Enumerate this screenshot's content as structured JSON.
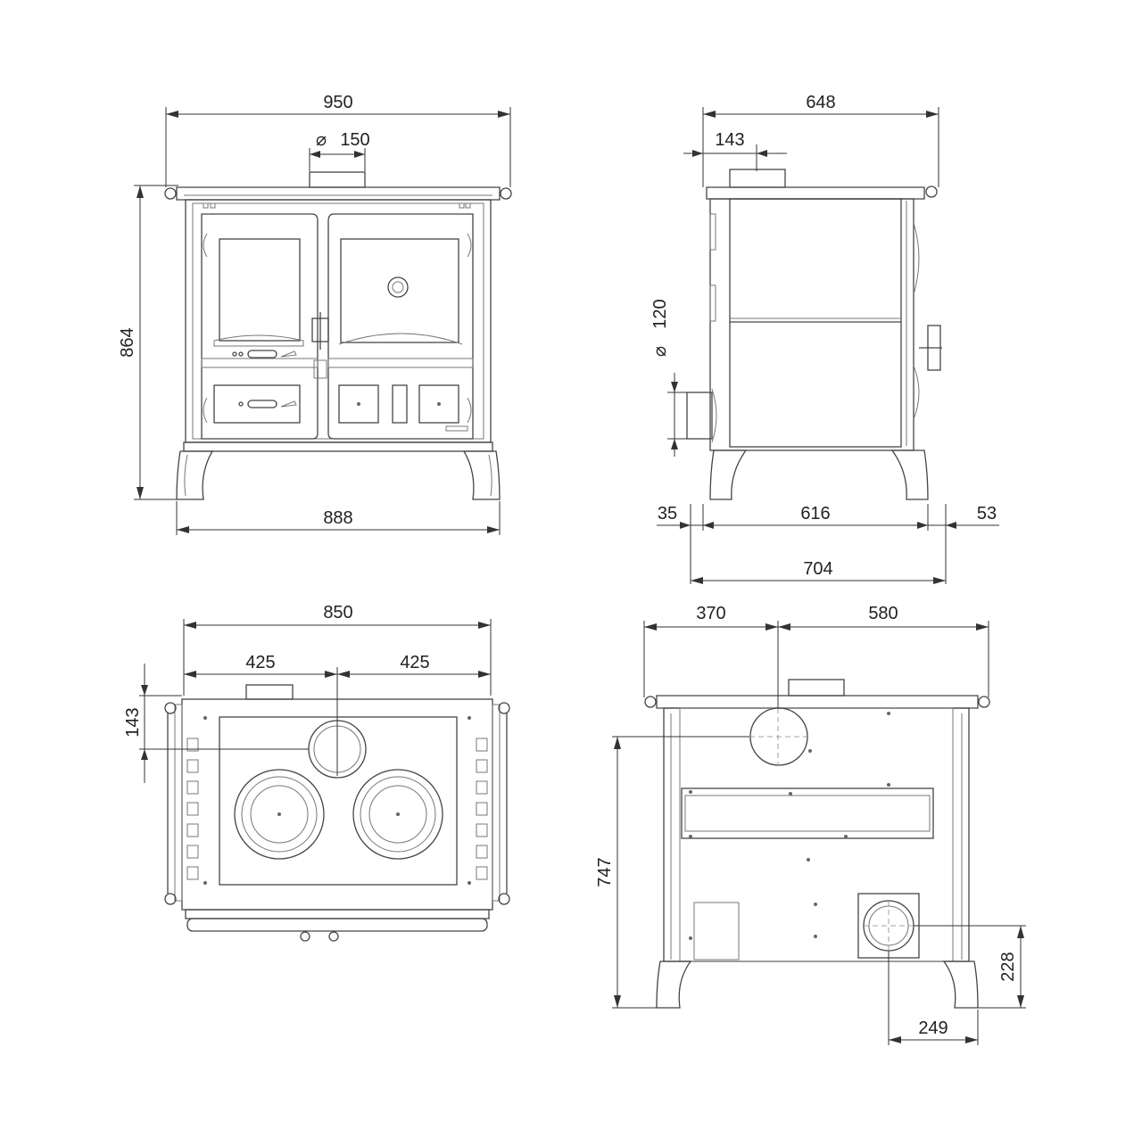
{
  "dimensions": {
    "front_width": "950",
    "flue_symbol": "⌀",
    "flue_diameter": "150",
    "front_height": "864",
    "front_base_width": "888",
    "side_depth": "648",
    "side_flue_offset": "143",
    "side_flue_symbol": "⌀",
    "side_flue_diameter": "120",
    "side_front_overhang": "35",
    "side_base_depth": "616",
    "side_rear_overhang": "53",
    "side_total_depth": "704",
    "top_width": "850",
    "top_half_left": "425",
    "top_half_right": "425",
    "top_flue_offset": "143",
    "back_left": "370",
    "back_right": "580",
    "back_flue_height": "747",
    "back_intake_height": "228",
    "back_intake_offset": "249"
  },
  "colors": {
    "outline": "#444444",
    "dimension_line": "#333333",
    "background": "#ffffff"
  }
}
